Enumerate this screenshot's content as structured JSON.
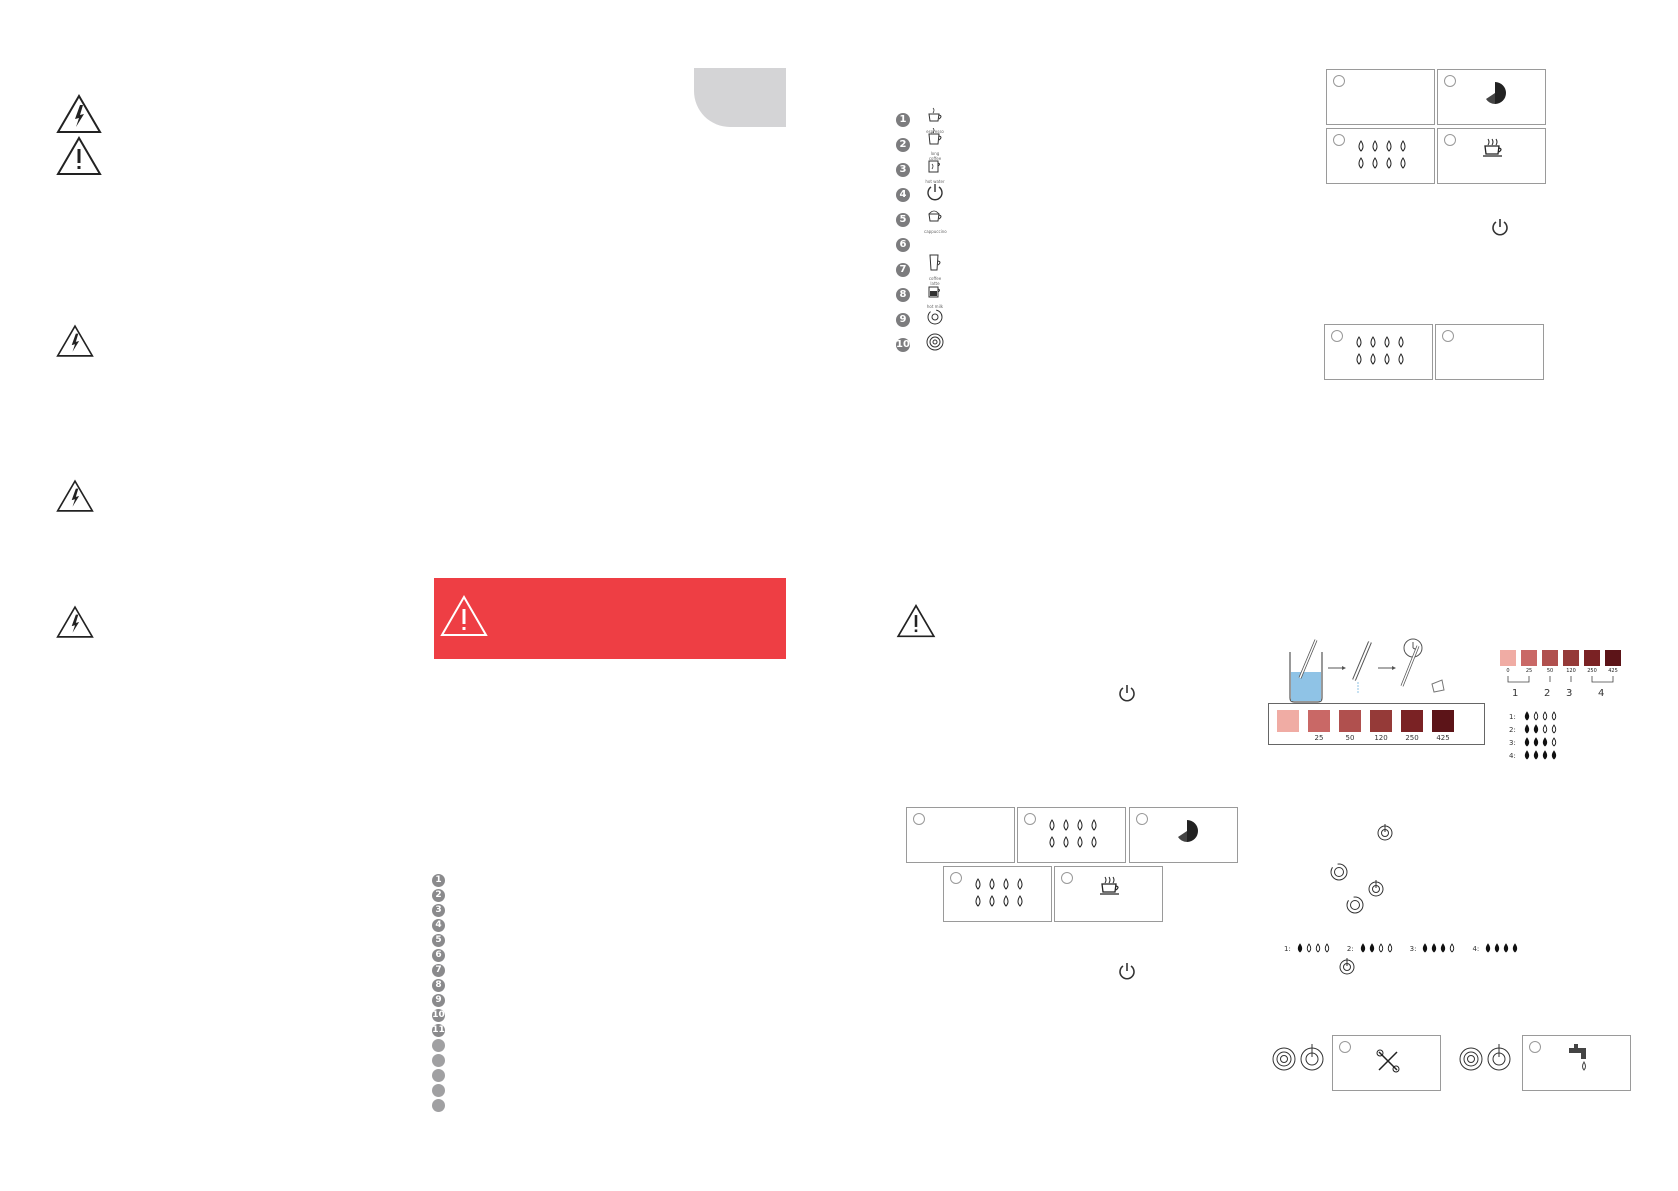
{
  "left_page": {
    "warning_banner": {
      "color": "#ee3e44"
    },
    "tab_color": "#d4d4d6",
    "part_numbers": [
      "1",
      "2",
      "3",
      "4",
      "5",
      "6",
      "7",
      "8",
      "9",
      "10",
      "11",
      "",
      "",
      "",
      "",
      ""
    ]
  },
  "control_panel": {
    "items": [
      {
        "num": "1",
        "icon": "espresso-cup-icon",
        "label": "espresso"
      },
      {
        "num": "2",
        "icon": "long-coffee-cup-icon",
        "label": "long coffee"
      },
      {
        "num": "3",
        "icon": "hot-water-icon",
        "label": "hot water"
      },
      {
        "num": "4",
        "icon": "power-icon",
        "label": ""
      },
      {
        "num": "5",
        "icon": "cappuccino-icon",
        "label": "cappuccino"
      },
      {
        "num": "6",
        "icon": "",
        "label": ""
      },
      {
        "num": "7",
        "icon": "coffee-latte-icon",
        "label": "coffee latte"
      },
      {
        "num": "8",
        "icon": "hot-milk-icon",
        "label": "hot milk"
      },
      {
        "num": "9",
        "icon": "rinse-icon",
        "label": ""
      },
      {
        "num": "10",
        "icon": "descale-icon",
        "label": ""
      }
    ]
  },
  "hardness_test": {
    "strip_values": [
      "25",
      "50",
      "120",
      "250",
      "425"
    ],
    "scale_values": [
      "0",
      "25",
      "50",
      "120",
      "250",
      "425"
    ],
    "scale_groups": [
      "1",
      "2",
      "3",
      "4"
    ],
    "swatch_colors": [
      "#f0aca4",
      "#c96866",
      "#b0504e",
      "#953a38",
      "#7a2224",
      "#5c1418"
    ],
    "levels": [
      {
        "label": "1:",
        "filled": 1
      },
      {
        "label": "2:",
        "filled": 2
      },
      {
        "label": "3:",
        "filled": 3
      },
      {
        "label": "4:",
        "filled": 4
      }
    ],
    "levels_inline": [
      "1:",
      "2:",
      "3:",
      "4:"
    ]
  }
}
